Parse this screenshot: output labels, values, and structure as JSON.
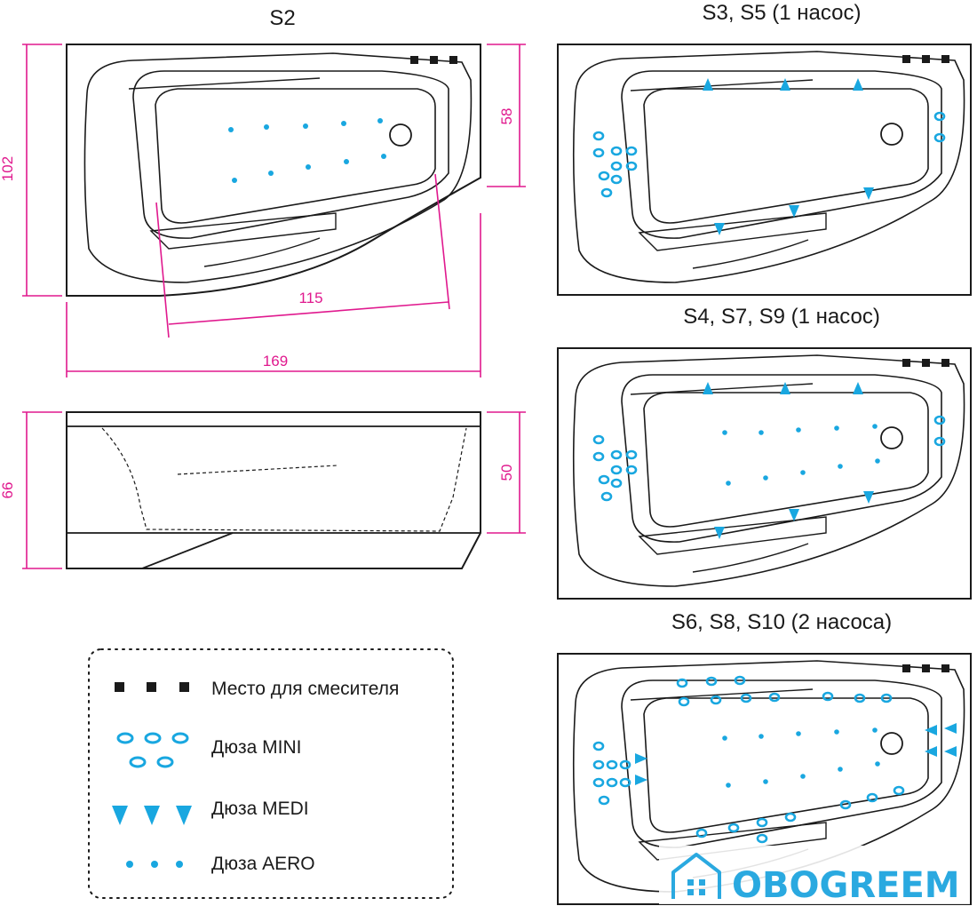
{
  "colors": {
    "outline": "#1a1a1a",
    "dimension": "#e0198e",
    "jet": "#19a7e0",
    "logo": "#2aa9e0"
  },
  "titles": {
    "s2": "S2",
    "s3s5": "S3, S5 (1 насос)",
    "s4s7s9": "S4, S7, S9 (1 насос)",
    "s6s8s10": "S6, S8, S10 (2 насоса)"
  },
  "dimensions": {
    "height_top": "102",
    "inner_height": "58",
    "inner_length": "115",
    "total_length": "169",
    "side_height": "66",
    "side_inner_height": "50"
  },
  "legend": {
    "mixer": "Место для смесителя",
    "mini": "Дюза MINI",
    "medi": "Дюза MEDI",
    "aero": "Дюза AERO"
  },
  "icons": {
    "mixer": "square-icon",
    "mini": "oval-ring-icon",
    "medi": "triangle-down-icon",
    "aero": "dot-icon",
    "logo": "house-icon"
  },
  "logo": {
    "text": "OBOGREEM"
  }
}
